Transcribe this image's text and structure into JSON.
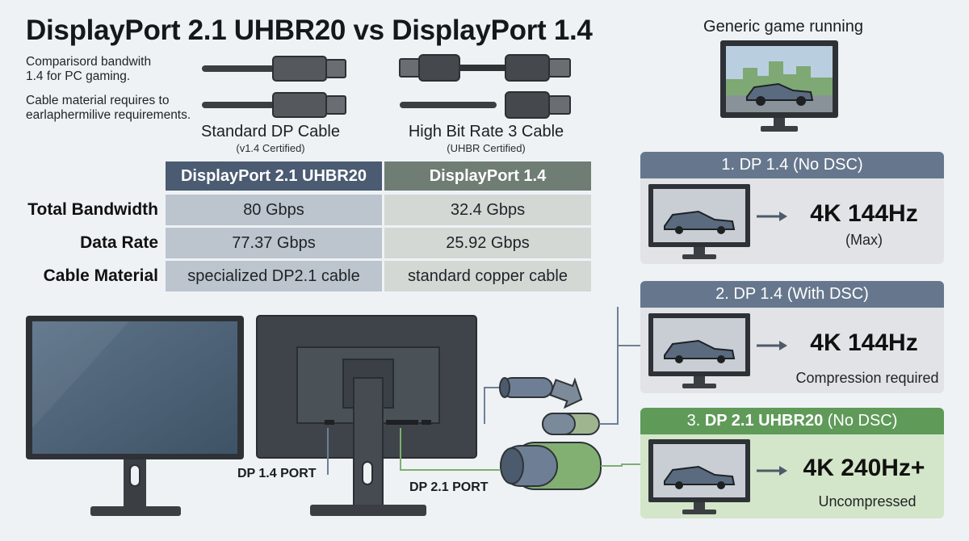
{
  "title": "DisplayPort 2.1 UHBR20 vs DisplayPort 1.4",
  "notes": {
    "line1": "Comparisord bandwith",
    "line2": "1.4 for PC gaming.",
    "line3": "Cable material requires to",
    "line4": "earlaphermilive requirements."
  },
  "cables": {
    "standard": {
      "label": "Standard DP Cable",
      "sub": "(v1.4 Certified)"
    },
    "hbr3": {
      "label": "High Bit Rate 3 Cable",
      "sub": "(UHBR Certified)"
    }
  },
  "table": {
    "headers": [
      "DisplayPort 2.1 UHBR20",
      "DisplayPort 1.4"
    ],
    "rows": [
      {
        "label": "Total Bandwidth",
        "dp21": "80 Gbps",
        "dp14": "32.4 Gbps"
      },
      {
        "label": "Data Rate",
        "dp21": "77.37 Gbps",
        "dp14": "25.92 Gbps"
      },
      {
        "label": "Cable Material",
        "dp21": "specialized DP2.1 cable",
        "dp14": "standard copper cable"
      }
    ]
  },
  "ports": {
    "dp14": "DP 1.4 PORT",
    "dp21": "DP 2.1 PORT"
  },
  "game_label": "Generic game running",
  "scenarios": [
    {
      "number": "1.",
      "name": "DP 1.4 (No DSC)",
      "result": "4K 144Hz",
      "sub": "(Max)"
    },
    {
      "number": "2.",
      "name": "DP 1.4 (With DSC)",
      "result": "4K 144Hz",
      "sub": "Compression required"
    },
    {
      "number": "3.",
      "name_bold": "DP 2.1 UHBR20",
      "name_rest": " (No DSC)",
      "result": "4K 240Hz+",
      "sub": "Uncompressed"
    }
  ],
  "colors": {
    "dp21_header": "#4a5b72",
    "dp14_header": "#6f7d74",
    "panel_header_slate": "#66778d",
    "panel_header_green": "#5f9a59",
    "panel3_bg": "#d3e6c9",
    "connector_green": "#7fae70",
    "connector_slate": "#6e7f95"
  }
}
